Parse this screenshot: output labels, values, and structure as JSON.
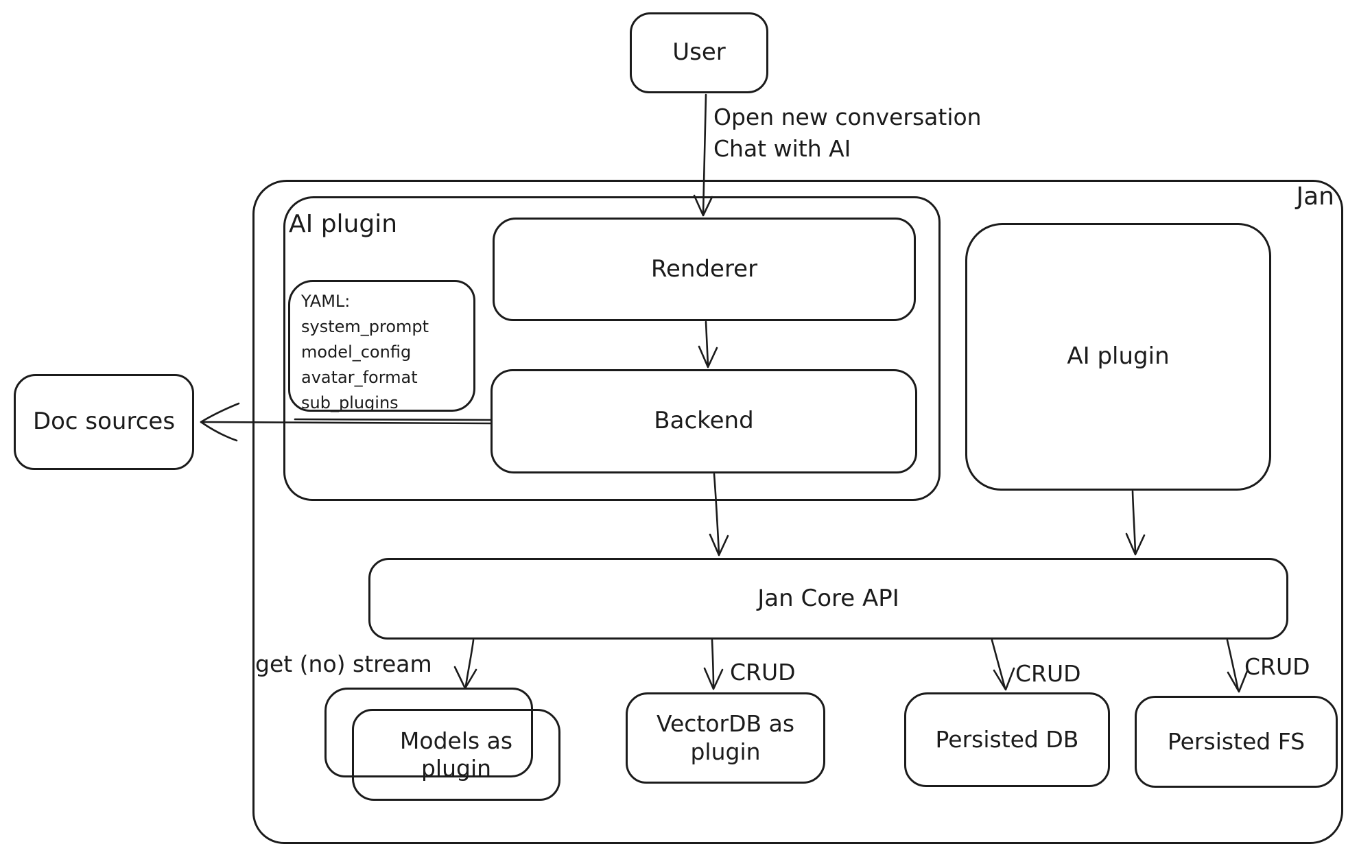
{
  "nodes": {
    "user": {
      "label": "User"
    },
    "jan": {
      "label": "Jan"
    },
    "ai_plugin_group": {
      "label": "AI plugin"
    },
    "renderer": {
      "label": "Renderer"
    },
    "yaml_note": {
      "lines": [
        "YAML:",
        "system_prompt",
        "model_config",
        "avatar_format",
        "sub_plugins"
      ]
    },
    "backend": {
      "label": "Backend"
    },
    "ai_plugin": {
      "label": "AI plugin"
    },
    "doc_sources": {
      "label": "Doc sources"
    },
    "jan_core_api": {
      "label": "Jan Core API"
    },
    "models_plugin": {
      "label": "Models as plugin"
    },
    "vectordb_plugin": {
      "label": "VectorDB as plugin"
    },
    "persisted_db": {
      "label": "Persisted DB"
    },
    "persisted_fs": {
      "label": "Persisted FS"
    }
  },
  "edges": {
    "user_to_renderer": {
      "line1": "Open new conversation",
      "line2": "Chat with AI"
    },
    "core_to_models": {
      "label": "get (no) stream"
    },
    "core_to_vectordb": {
      "label": "CRUD"
    },
    "core_to_persisted_db": {
      "label": "CRUD"
    },
    "core_to_persisted_fs": {
      "label": "CRUD"
    }
  },
  "colors": {
    "stroke": "#1b1b1b",
    "background": "#ffffff"
  }
}
